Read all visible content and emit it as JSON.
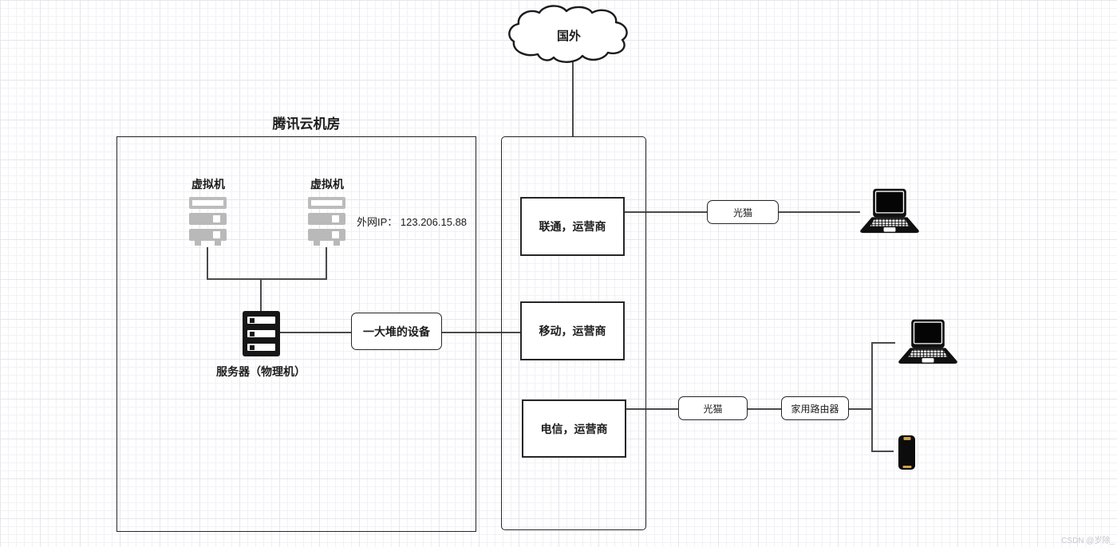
{
  "cloud": {
    "label": "国外"
  },
  "tencent": {
    "title": "腾讯云机房",
    "vm_left_label": "虚拟机",
    "vm_right_label": "虚拟机",
    "external_ip": "外网IP： 123.206.15.88",
    "physical_server_label": "服务器（物理机）",
    "devices_label": "一大堆的设备"
  },
  "carriers": {
    "unicom_label": "联通，运营商",
    "mobile_label": "移动，运营商",
    "telecom_label": "电信，运营商"
  },
  "home": {
    "modem_top_label": "光猫",
    "modem_bottom_label": "光猫",
    "router_label": "家用路由器"
  },
  "canvas": {
    "watermark": "CSDN @岁除_"
  },
  "colors": {
    "line": "#4a4a4a",
    "shape_border": "#262626",
    "vm_gray": "#b9b9b9",
    "phone_accent": "#cda04a"
  },
  "icons": {
    "cloud": "cloud-shape",
    "vm": "server-rack-icon",
    "physical_server": "server-icon",
    "laptop": "laptop-icon",
    "phone": "smartphone-icon"
  }
}
